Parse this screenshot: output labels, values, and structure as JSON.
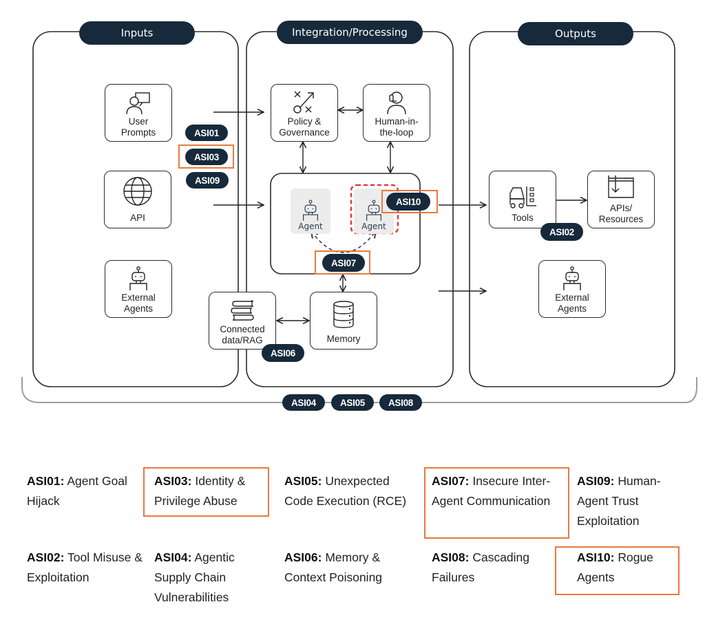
{
  "sections": {
    "inputs": "Inputs",
    "processing": "Integration/Processing",
    "outputs": "Outputs"
  },
  "nodes": {
    "user_prompts": "User\nPrompts",
    "api": "API",
    "external_agents_in": "External\nAgents",
    "policy": "Policy &\nGovernance",
    "human_loop": "Human-in-\nthe-loop",
    "agent_a": "Agent",
    "agent_b": "Agent",
    "connected_data": "Connected\ndata/RAG",
    "memory": "Memory",
    "tools": "Tools",
    "apis_resources": "APIs/\nResources",
    "external_agents_out": "External\nAgents"
  },
  "badges": {
    "asi01": "ASI01",
    "asi02": "ASI02",
    "asi03": "ASI03",
    "asi04": "ASI04",
    "asi05": "ASI05",
    "asi06": "ASI06",
    "asi07": "ASI07",
    "asi08": "ASI08",
    "asi09": "ASI09",
    "asi10": "ASI10"
  },
  "icons": {
    "user_prompts": "user-speech-icon",
    "api": "globe-icon",
    "external_agents": "robot-icon",
    "policy": "strategy-play-icon",
    "human_loop": "headset-person-icon",
    "agent": "robot-icon",
    "connected_data": "books-stack-icon",
    "memory": "database-icon",
    "tools": "forklift-icon",
    "apis_resources": "download-window-icon"
  },
  "legend": [
    {
      "code": "ASI01:",
      "text": " Agent Goal Hijack",
      "highlighted": false
    },
    {
      "code": "ASI02:",
      "text": " Tool Misuse & Exploitation",
      "highlighted": false
    },
    {
      "code": "ASI03:",
      "text": " Identity & Privilege Abuse",
      "highlighted": true
    },
    {
      "code": "ASI04:",
      "text": " Agentic Supply Chain Vulnerabilities",
      "highlighted": false
    },
    {
      "code": "ASI05:",
      "text": " Unexpected Code Execution (RCE)",
      "highlighted": false
    },
    {
      "code": "ASI06:",
      "text": " Memory & Context Poisoning",
      "highlighted": false
    },
    {
      "code": "ASI07:",
      "text": " Insecure Inter-Agent Communication",
      "highlighted": true
    },
    {
      "code": "ASI08:",
      "text": " Cascading Failures",
      "highlighted": false
    },
    {
      "code": "ASI09:",
      "text": " Human-Agent Trust Exploitation",
      "highlighted": false
    },
    {
      "code": "ASI10:",
      "text": " Rogue Agents",
      "highlighted": true
    }
  ],
  "colors": {
    "badge": "#162a3b",
    "highlight": "#e8793f",
    "rogue_dashed": "#e53935"
  }
}
